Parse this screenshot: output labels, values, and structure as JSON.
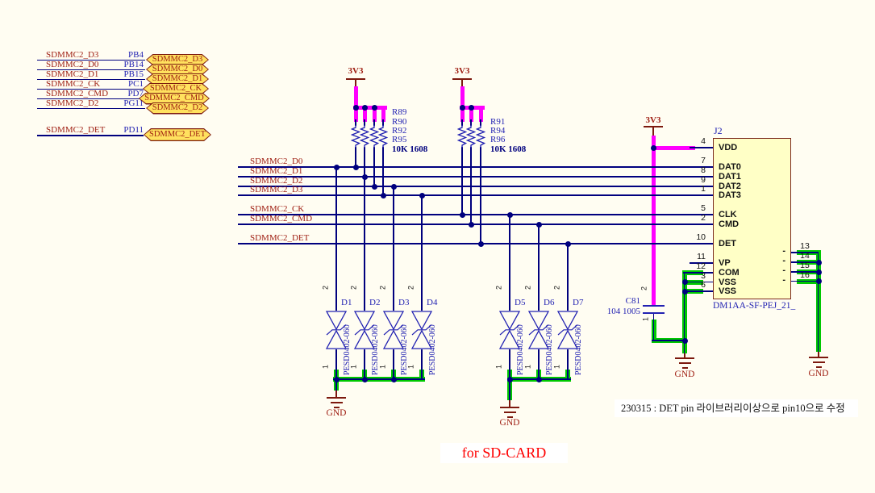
{
  "colors": {
    "background": "#fffdf2",
    "wire_navy": "#00007e",
    "power_magenta": "#ff00ff",
    "ground_green": "#00c800",
    "net_label_red": "#9e1c10",
    "symbol_maroon": "#7c190e",
    "designator_blue": "#2222b2",
    "value_navy": "#00007e",
    "pin_text_black": "#141414",
    "port_fill": "#ffe15e",
    "port_border": "#7c190e",
    "body_fill": "#ffffc6",
    "body_border": "#7c2a1e",
    "caption_red": "#ff0000",
    "note_black": "#111111",
    "white_patch": "#ffffff"
  },
  "ports": {
    "rows": [
      {
        "net": "SDMMC2_D3",
        "pin": "PB4",
        "tag": "SDMMC2_D3"
      },
      {
        "net": "SDMMC2_D0",
        "pin": "PB14",
        "tag": "SDMMC2_D0"
      },
      {
        "net": "SDMMC2_D1",
        "pin": "PB15",
        "tag": "SDMMC2_D1"
      },
      {
        "net": "SDMMC2_CK",
        "pin": "PC1",
        "tag": "SDMMC2_CK"
      },
      {
        "net": "SDMMC2_CMD",
        "pin": "PD7",
        "tag": "SDMMC2_CMD"
      },
      {
        "net": "SDMMC2_D2",
        "pin": "PG11",
        "tag": "SDMMC2_D2"
      }
    ],
    "det": {
      "net": "SDMMC2_DET",
      "pin": "PD11",
      "tag": "SDMMC2_DET"
    }
  },
  "power": {
    "label": "3V3"
  },
  "ground": {
    "label": "GND"
  },
  "resistors": {
    "groups": [
      {
        "refs": [
          "R89",
          "R90",
          "R92",
          "R95"
        ],
        "value": "10K 1608"
      },
      {
        "refs": [
          "R91",
          "R94",
          "R96"
        ],
        "value": "10K 1608"
      }
    ]
  },
  "nets": [
    "SDMMC2_D0",
    "SDMMC2_D1",
    "SDMMC2_D2",
    "SDMMC2_D3",
    "SDMMC2_CK",
    "SDMMC2_CMD",
    "SDMMC2_DET"
  ],
  "diodes": {
    "refs": [
      "D1",
      "D2",
      "D3",
      "D4",
      "D5",
      "D6",
      "D7"
    ],
    "part": "PESD0402-060",
    "pin_top": "2",
    "pin_bottom": "1"
  },
  "capacitor": {
    "ref": "C81",
    "value": "104 1005",
    "pin_top": "2",
    "pin_bottom": "1"
  },
  "connector": {
    "ref": "J2",
    "part": "DM1AA-SF-PEJ_21_",
    "left_pins": [
      {
        "num": "4",
        "name": "VDD"
      },
      {
        "num": "7",
        "name": "DAT0"
      },
      {
        "num": "8",
        "name": "DAT1"
      },
      {
        "num": "9",
        "name": "DAT2"
      },
      {
        "num": "1",
        "name": "DAT3"
      },
      {
        "num": "5",
        "name": "CLK"
      },
      {
        "num": "2",
        "name": "CMD"
      },
      {
        "num": "10",
        "name": "DET"
      },
      {
        "num": "11",
        "name": "VP"
      },
      {
        "num": "12",
        "name": "COM"
      },
      {
        "num": "3",
        "name": "VSS"
      },
      {
        "num": "6",
        "name": "VSS"
      }
    ],
    "right_pins": [
      {
        "num": "13",
        "name": "-"
      },
      {
        "num": "14",
        "name": "-"
      },
      {
        "num": "15",
        "name": "-"
      },
      {
        "num": "16",
        "name": "-"
      }
    ]
  },
  "note": "230315 : DET pin 라이브러리이상으로 pin10으로 수정",
  "caption": "for SD-CARD"
}
